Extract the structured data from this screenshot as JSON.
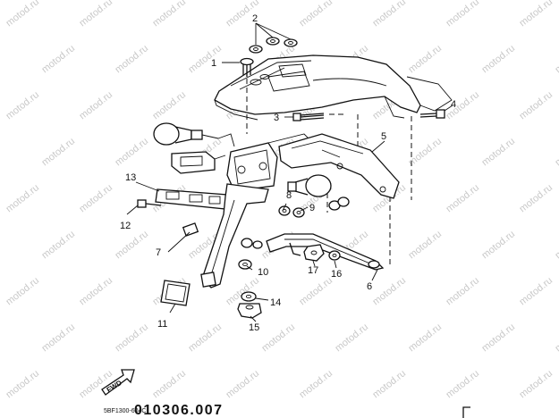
{
  "diagram": {
    "callouts": [
      {
        "id": "1",
        "label": "1"
      },
      {
        "id": "2",
        "label": "2"
      },
      {
        "id": "3",
        "label": "3"
      },
      {
        "id": "4",
        "label": "4"
      },
      {
        "id": "5",
        "label": "5"
      },
      {
        "id": "6",
        "label": "6"
      },
      {
        "id": "7",
        "label": "7"
      },
      {
        "id": "8",
        "label": "8"
      },
      {
        "id": "9",
        "label": "9"
      },
      {
        "id": "10",
        "label": "10"
      },
      {
        "id": "11",
        "label": "11"
      },
      {
        "id": "12",
        "label": "12"
      },
      {
        "id": "13",
        "label": "13"
      },
      {
        "id": "14",
        "label": "14"
      },
      {
        "id": "15",
        "label": "15"
      },
      {
        "id": "16",
        "label": "16"
      },
      {
        "id": "17",
        "label": "17"
      }
    ],
    "fwd_label": "FWD",
    "footer_code": "5BF1300-604C",
    "footer_number": "010306.007",
    "watermark": "motod.ru"
  }
}
